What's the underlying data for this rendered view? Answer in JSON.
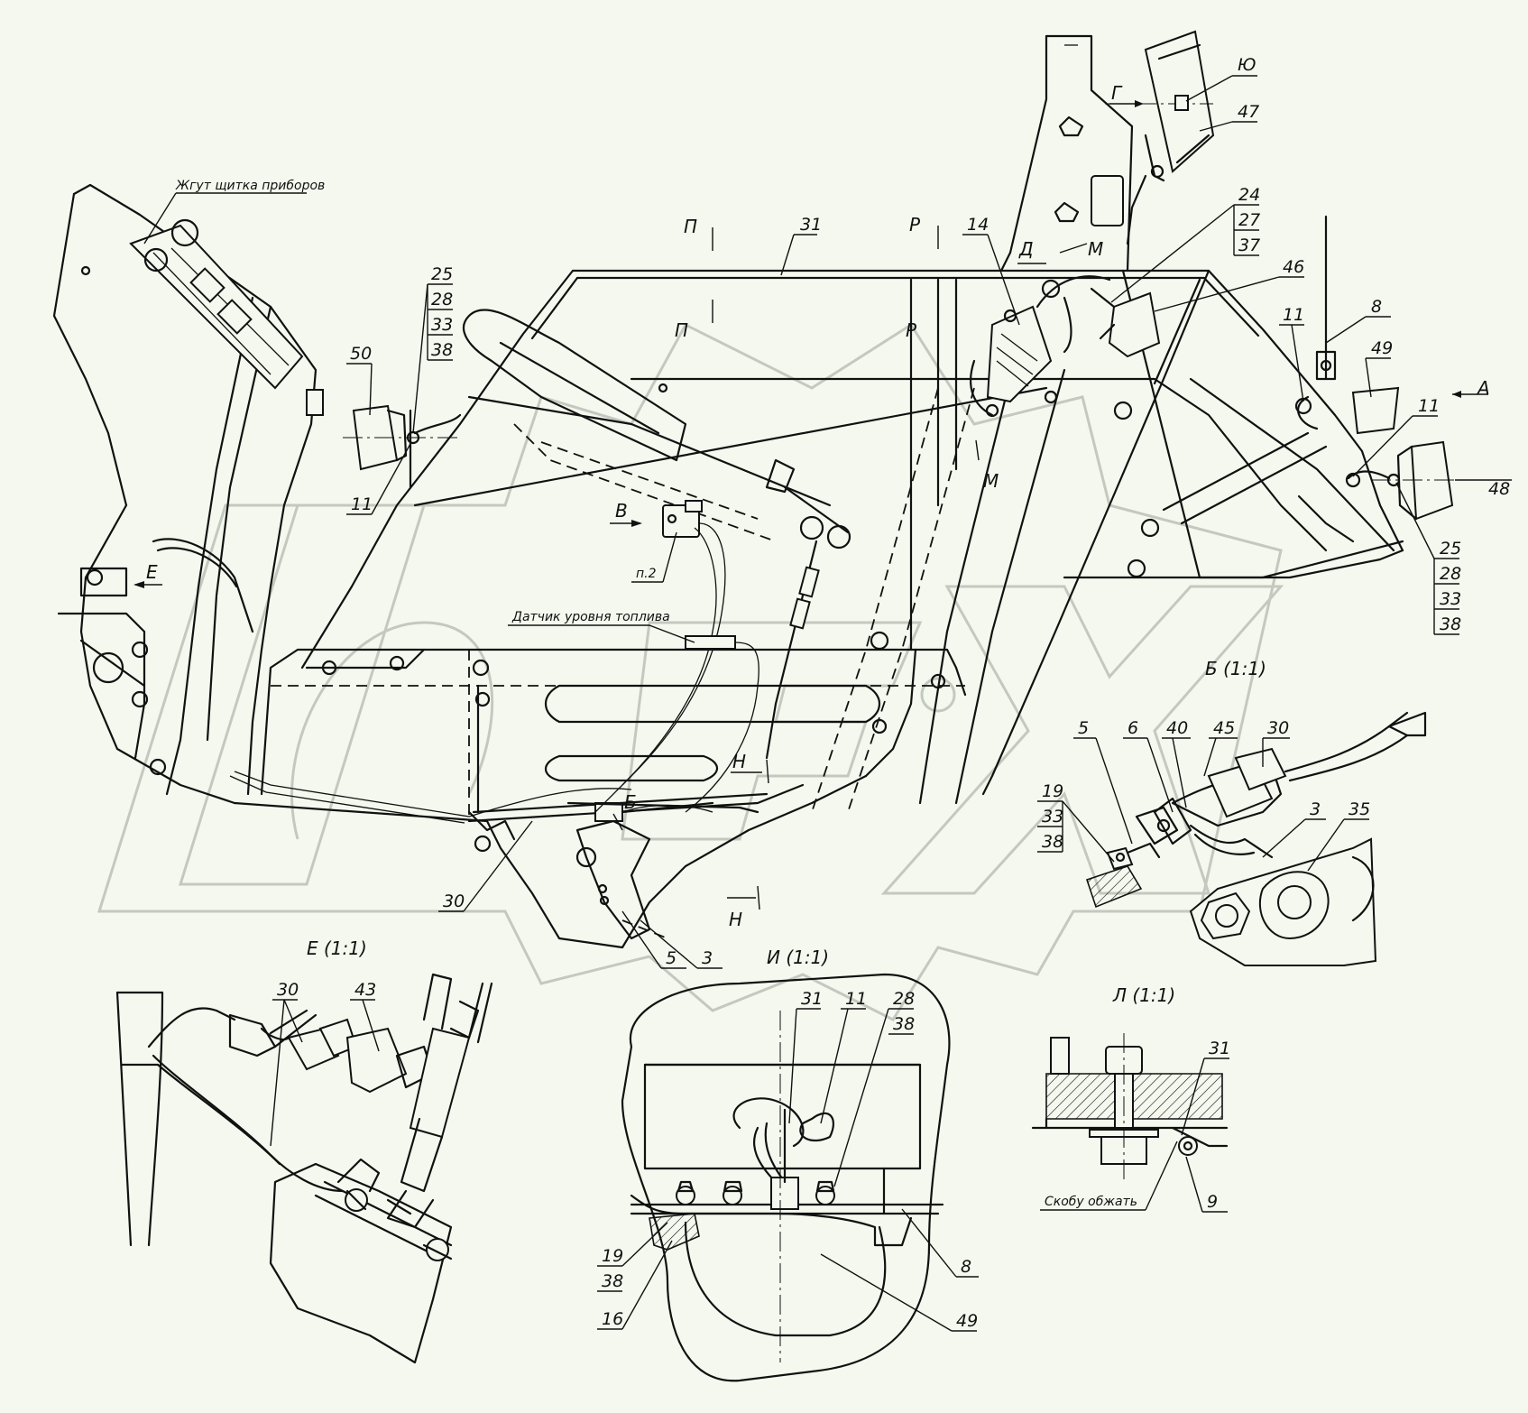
{
  "callouts": {
    "harness_label": "Жгут щитка приборов",
    "sensor_label": "Датчик уровня топлива",
    "p2": "п.2",
    "squeeze_label": "Скобу обжать",
    "c31_top": "31",
    "c14": "14",
    "c24": "24",
    "c27": "27",
    "c37": "37",
    "c46": "46",
    "c47": "47",
    "cU": "Ю",
    "c8": "8",
    "c49": "49",
    "c11_r1": "11",
    "c11_r2": "11",
    "c48": "48",
    "c25_r": "25",
    "c28_r": "28",
    "c33_r": "33",
    "c38_r": "38",
    "c25_l": "25",
    "c28_l": "28",
    "c33_l": "33",
    "c38_l": "38",
    "c50": "50",
    "c11_l": "11",
    "c30_main": "30",
    "c5_main": "5",
    "c3_main": "3"
  },
  "section_marks": {
    "P_top": "П",
    "P_bot": "П",
    "R_top": "Р",
    "R_bot": "Р",
    "G": "Г",
    "D": "Д",
    "M_top": "М",
    "M_bot": "М",
    "A": "А",
    "V": "В",
    "E_arrow": "Е",
    "B_arrow": "Б",
    "H_top": "Н",
    "H_bot": "Н"
  },
  "views": {
    "B": {
      "title": "Б (1:1)",
      "c5": "5",
      "c6": "6",
      "c40": "40",
      "c45": "45",
      "c30": "30",
      "c19": "19",
      "c33": "33",
      "c38": "38",
      "c3": "3",
      "c35": "35"
    },
    "E": {
      "title": "Е (1:1)",
      "c30": "30",
      "c43": "43"
    },
    "I": {
      "title": "И (1:1)",
      "c31": "31",
      "c11": "11",
      "c28": "28",
      "c38": "38",
      "c19": "19",
      "c38b": "38",
      "c16": "16",
      "c8": "8",
      "c49": "49"
    },
    "L": {
      "title": "Л (1:1)",
      "c31": "31",
      "c9": "9"
    }
  }
}
